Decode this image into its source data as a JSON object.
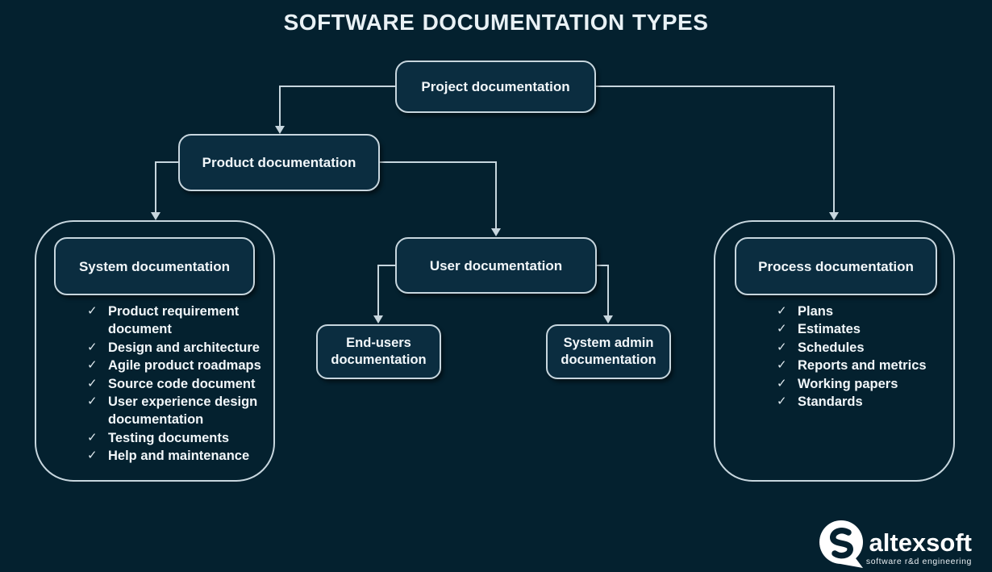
{
  "title": "SOFTWARE DOCUMENTATION TYPES",
  "checkmark": "✓",
  "nodes": {
    "project": {
      "label": "Project documentation"
    },
    "product": {
      "label": "Product documentation"
    },
    "system": {
      "label": "System documentation",
      "items": [
        "Product requirement document",
        "Design and architecture",
        "Agile product roadmaps",
        "Source code document",
        "User experience design documentation",
        "Testing documents",
        "Help and maintenance"
      ]
    },
    "user": {
      "label": "User documentation"
    },
    "end_users": {
      "label": "End-users documentation"
    },
    "system_admin": {
      "label": "System admin documentation"
    },
    "process": {
      "label": "Process documentation",
      "items": [
        "Plans",
        "Estimates",
        "Schedules",
        "Reports and metrics",
        "Working papers",
        "Standards"
      ]
    }
  },
  "logo": {
    "brand": "altexsoft",
    "tagline": "software r&d engineering"
  },
  "colors": {
    "background": "#04212f",
    "box_fill": "#0b2d40",
    "border": "#c7d6de",
    "text": "#f2f7fa"
  }
}
